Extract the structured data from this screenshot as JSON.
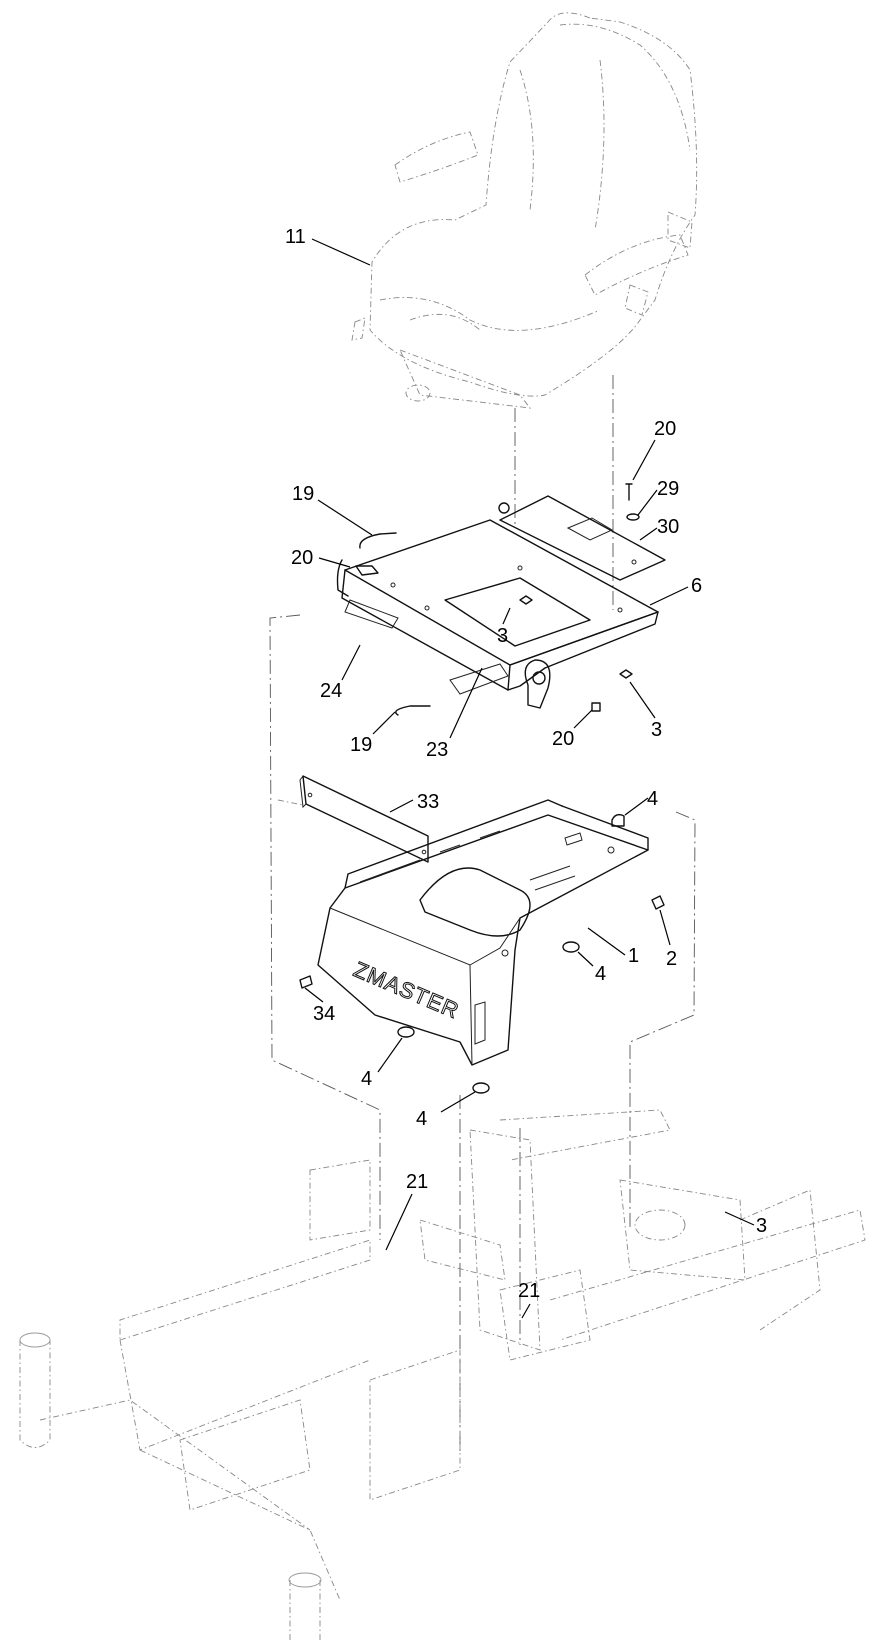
{
  "logo_text": "ZMASTER",
  "callouts": {
    "c11": "11",
    "c20a": "20",
    "c29": "29",
    "c19a": "19",
    "c30": "30",
    "c20b": "20",
    "c6": "6",
    "c3a": "3",
    "c24": "24",
    "c3b": "3",
    "c19b": "19",
    "c23": "23",
    "c20c": "20",
    "c33": "33",
    "c4a": "4",
    "c2": "2",
    "c1": "1",
    "c4b": "4",
    "c34": "34",
    "c4c": "4",
    "c4d": "4",
    "c21a": "21",
    "c3c": "3",
    "c21b": "21"
  }
}
